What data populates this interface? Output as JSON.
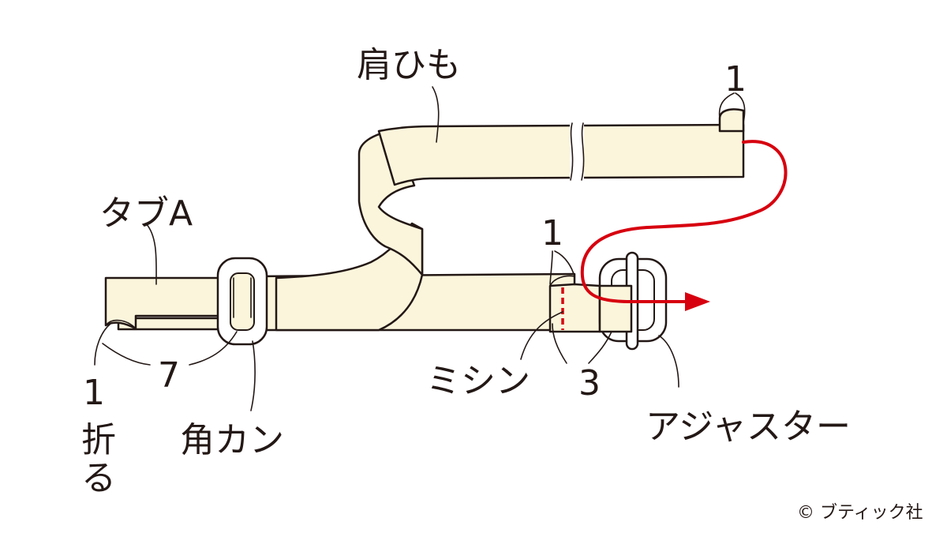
{
  "labels": {
    "shoulder_strap": "肩ひも",
    "tab_a": "タブA",
    "square_ring": "角カン",
    "adjuster": "アジャスター",
    "sewing": "ミシン",
    "fold": "折る",
    "num_top_right": "1",
    "num_mid": "1",
    "num_left": "1",
    "num_7": "7",
    "num_3": "3"
  },
  "credit": "© ブティック社",
  "colors": {
    "strap_fill": "#fbf5dc",
    "outline": "#231815",
    "thread_red": "#d7000f"
  }
}
